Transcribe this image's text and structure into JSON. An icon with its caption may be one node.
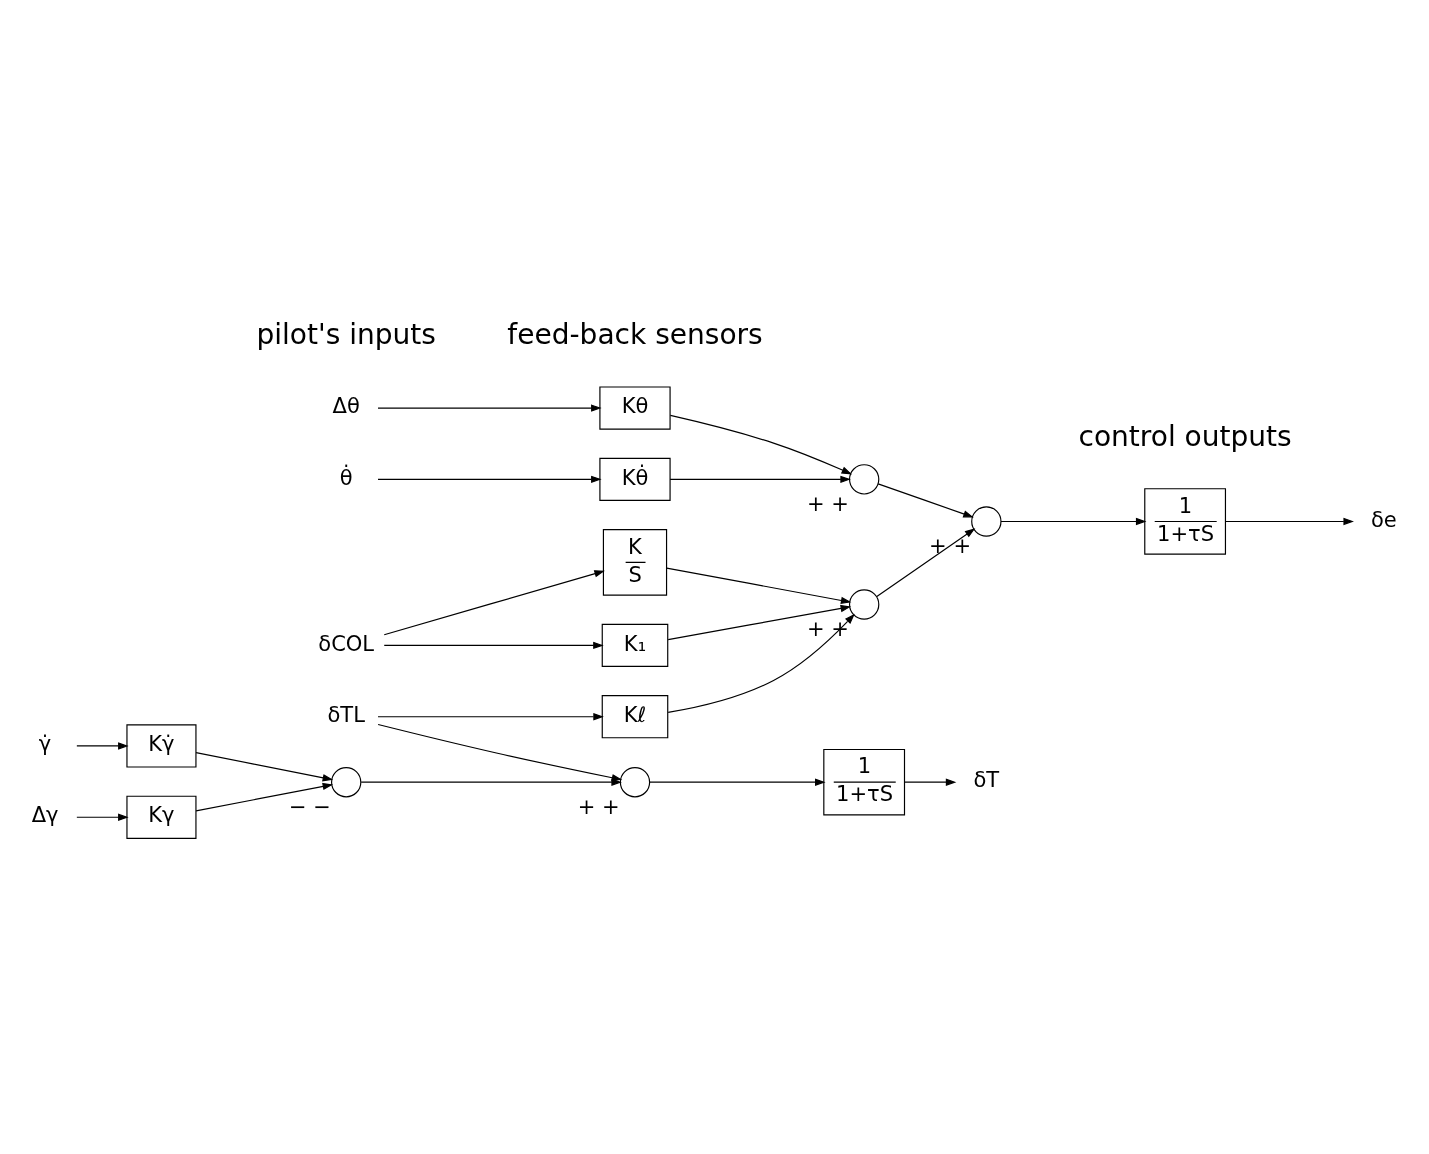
{
  "diagram": {
    "nodes": [
      {
        "text": [
          "δCOL"
        ]
      },
      {
        "text": [
          "K",
          "S"
        ]
      },
      {
        "text": [
          "K₁"
        ]
      },
      {
        "text": [],
        "shape": "circle",
        "beside": [
          "+",
          "+"
        ]
      },
      {
        "text": [
          "δTL"
        ]
      },
      {
        "text": [
          "Kℓ"
        ]
      },
      {
        "text": [
          "Δθ"
        ]
      },
      {
        "text": [
          "θ̇"
        ]
      },
      {
        "text": [
          "Kθ"
        ]
      },
      {
        "text": [
          "Kθ̇"
        ]
      },
      {
        "text": [],
        "shape": "circle",
        "beside": [
          "+",
          "+"
        ]
      },
      {
        "text": [],
        "shape": "circle",
        "beside": [
          "+",
          "+"
        ]
      },
      {
        "text": [
          "1",
          "1+τS"
        ]
      },
      {
        "text": [
          "δe"
        ]
      },
      {
        "text": [
          "γ̇"
        ]
      },
      {
        "text": [
          "Δγ"
        ]
      },
      {
        "text": [
          "Kγ̇"
        ]
      },
      {
        "text": [
          "Kγ"
        ]
      },
      {
        "text": [],
        "shape": "circle",
        "beside": [
          "−",
          "−"
        ]
      },
      {
        "text": [],
        "shape": "circle",
        "beside": [
          "+",
          "+"
        ]
      },
      {
        "text": [
          "1",
          "1+τS"
        ]
      },
      {
        "text": [
          "δT"
        ]
      }
    ],
    "edges": [
      {
        "from": 0,
        "to": 1,
        "arrow": "to"
      },
      {
        "from": 0,
        "to": 2,
        "arrow": "to"
      },
      {
        "from": 1,
        "to": 3,
        "arrow": "to"
      },
      {
        "from": 2,
        "to": 3,
        "arrow": "to"
      },
      {
        "from": 4,
        "to": 5,
        "arrow": "to"
      },
      {
        "from": 5,
        "to": 3,
        "arrow": "to"
      },
      {
        "from": 4,
        "to": 19,
        "arrow": "to"
      },
      {
        "from": 3,
        "to": 11,
        "arrow": "to"
      },
      {
        "from": 6,
        "to": 8,
        "arrow": "to"
      },
      {
        "from": 7,
        "to": 9,
        "arrow": "to"
      },
      {
        "from": 8,
        "to": 10,
        "arrow": "to"
      },
      {
        "from": 9,
        "to": 10,
        "arrow": "to"
      },
      {
        "from": 10,
        "to": 11,
        "arrow": "to"
      },
      {
        "from": 11,
        "to": 12,
        "arrow": "to"
      },
      {
        "from": 12,
        "to": 13,
        "arrow": "to"
      },
      {
        "from": 14,
        "to": 16,
        "arrow": "to"
      },
      {
        "from": 15,
        "to": 17,
        "arrow": "to"
      },
      {
        "from": 16,
        "to": 18,
        "arrow": "to"
      },
      {
        "from": 17,
        "to": 18,
        "arrow": "to"
      },
      {
        "from": 18,
        "to": 19,
        "arrow": "to"
      },
      {
        "from": 19,
        "to": 20,
        "arrow": "to"
      },
      {
        "from": 20,
        "to": 21,
        "arrow": "to"
      }
    ],
    "labels": [
      "pilot's inputs",
      "feed-back sensors",
      "control outputs"
    ]
  }
}
